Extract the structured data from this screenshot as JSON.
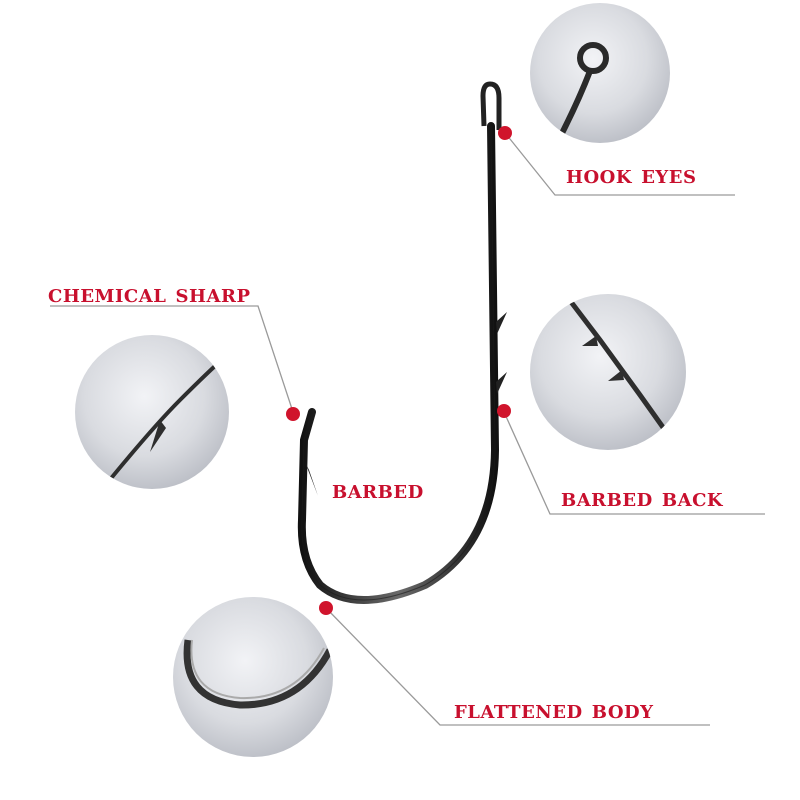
{
  "labels": {
    "hook_eyes": "HOOK EYES",
    "chemical_sharp": "CHEMICAL SHARP",
    "barbed": "BARBED",
    "barbed_back": "BARBED BACK",
    "flattened_body": "FLATTENED BODY"
  },
  "colors": {
    "accent": "#c8102e",
    "hook_metal": "#2b2b2b",
    "circle_bg": "#d4d6dc"
  }
}
